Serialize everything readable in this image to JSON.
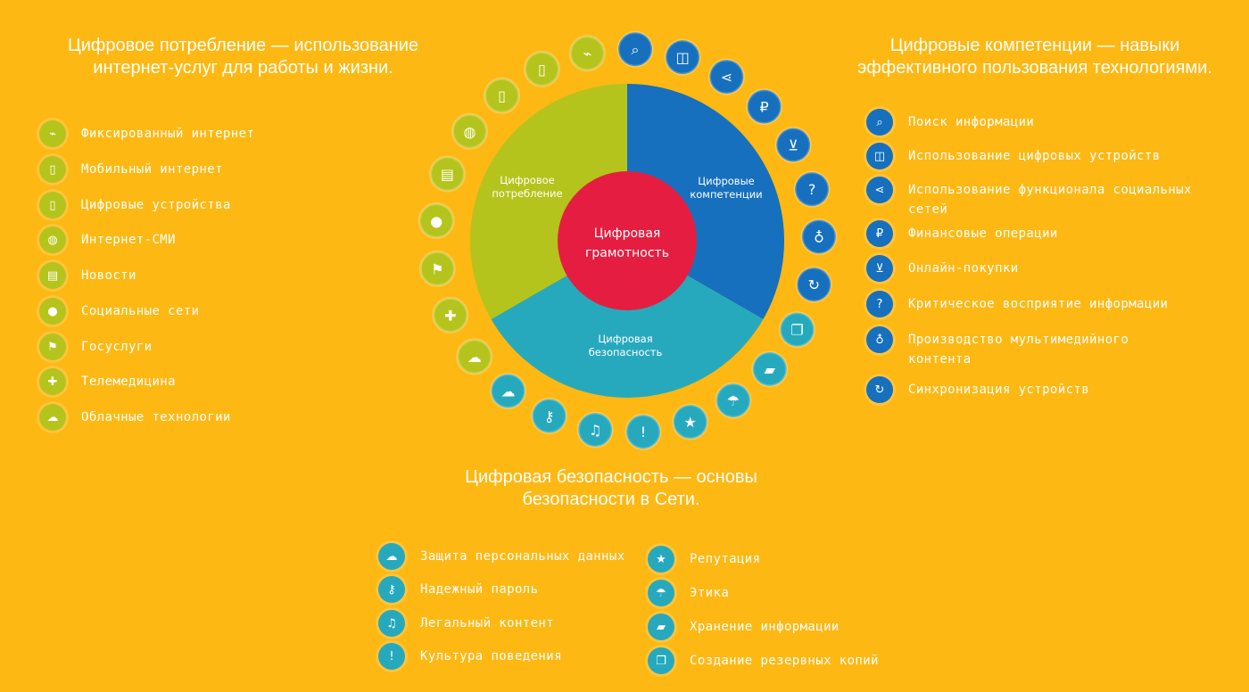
{
  "colors": {
    "background": "#FDB813",
    "consumption": "#B5C41C",
    "competence": "#1670BE",
    "security": "#27A9BD",
    "center": "#E51E41"
  },
  "headings": {
    "consumption": [
      "Цифровое потребление — использование",
      "интернет-услуг для работы и жизни."
    ],
    "competence": [
      "Цифровые компетенции — навыки",
      "эффективного пользования технологиями."
    ],
    "security": [
      "Цифровая безопасность — основы",
      "безопасности в Сети."
    ]
  },
  "wheel": {
    "center_label": [
      "Цифровая",
      "грамотность"
    ],
    "sector_consumption": [
      "Цифровое",
      "потребление"
    ],
    "sector_competence": [
      "Цифровые",
      "компетенции"
    ],
    "sector_security": [
      "Цифровая",
      "безопасность"
    ]
  },
  "consumption_items": [
    {
      "label": "Фиксированный интернет",
      "icon": "usb-plug-icon"
    },
    {
      "label": "Мобильный интернет",
      "icon": "mobile-data-icon"
    },
    {
      "label": "Цифровые устройства",
      "icon": "smartphone-icon"
    },
    {
      "label": "Интернет-СМИ",
      "icon": "globe-icon"
    },
    {
      "label": "Новости",
      "icon": "newspaper-icon"
    },
    {
      "label": "Социальные сети",
      "icon": "people-icon"
    },
    {
      "label": "Госуслуги",
      "icon": "flag-icon"
    },
    {
      "label": "Телемедицина",
      "icon": "medical-cross-icon"
    },
    {
      "label": "Облачные технологии",
      "icon": "cloud-download-icon"
    }
  ],
  "competence_items": [
    {
      "label": [
        "Поиск информации"
      ],
      "icon": "search-icon"
    },
    {
      "label": [
        "Использование цифровых устройств"
      ],
      "icon": "devices-icon"
    },
    {
      "label": [
        "Использование функционала социальных",
        "сетей"
      ],
      "icon": "share-icon"
    },
    {
      "label": [
        "Финансовые операции"
      ],
      "icon": "ruble-icon"
    },
    {
      "label": [
        "Онлайн-покупки"
      ],
      "icon": "cart-icon"
    },
    {
      "label": [
        "Критическое восприятие информации"
      ],
      "icon": "question-icon"
    },
    {
      "label": [
        "Производство мультимедийного",
        "контента"
      ],
      "icon": "microphone-icon"
    },
    {
      "label": [
        "Синхронизация устройств"
      ],
      "icon": "sync-icon"
    }
  ],
  "security_items_left": [
    {
      "label": "Защита персональных данных",
      "icon": "cloud-shield-icon"
    },
    {
      "label": "Надежный пароль",
      "icon": "key-icon"
    },
    {
      "label": "Легальный контент",
      "icon": "music-note-icon"
    },
    {
      "label": "Культура поведения",
      "icon": "exclamation-icon"
    }
  ],
  "security_items_right": [
    {
      "label": "Репутация",
      "icon": "star-icon"
    },
    {
      "label": "Этика",
      "icon": "umbrella-icon"
    },
    {
      "label": "Хранение информации",
      "icon": "folder-icon"
    },
    {
      "label": "Создание резервных копий",
      "icon": "copy-files-icon"
    }
  ]
}
